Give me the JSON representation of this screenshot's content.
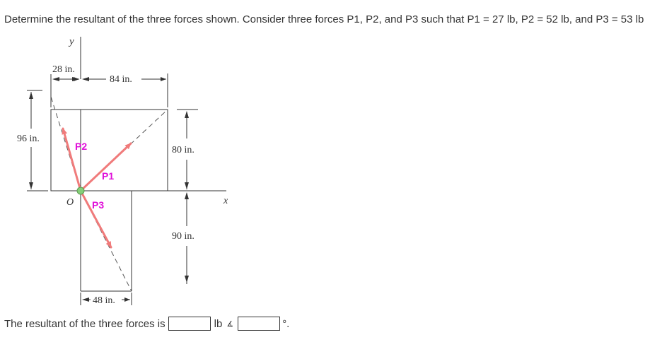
{
  "question": "Determine the resultant of the three forces shown. Consider three forces P1, P2, and P3 such that P1 = 27 lb, P2 = 52 lb, and P3 = 53 lb",
  "figure": {
    "axis_y": "y",
    "axis_x": "x",
    "origin": "O",
    "dim_28": "28 in.",
    "dim_84": "84 in.",
    "dim_96": "96 in.",
    "dim_80": "80 in.",
    "dim_90": "90 in.",
    "dim_48": "48 in.",
    "force_p1": "P1",
    "force_p2": "P2",
    "force_p3": "P3",
    "colors": {
      "arrow": "#f07b7b",
      "label": "#e00fd8",
      "origin_dot": "#86cf7a",
      "line": "#333333"
    }
  },
  "answer": {
    "prefix": "The resultant of the three forces is",
    "magnitude_value": "",
    "unit": "lb",
    "angle_symbol": "∡",
    "angle_value": "",
    "degree": "°."
  }
}
